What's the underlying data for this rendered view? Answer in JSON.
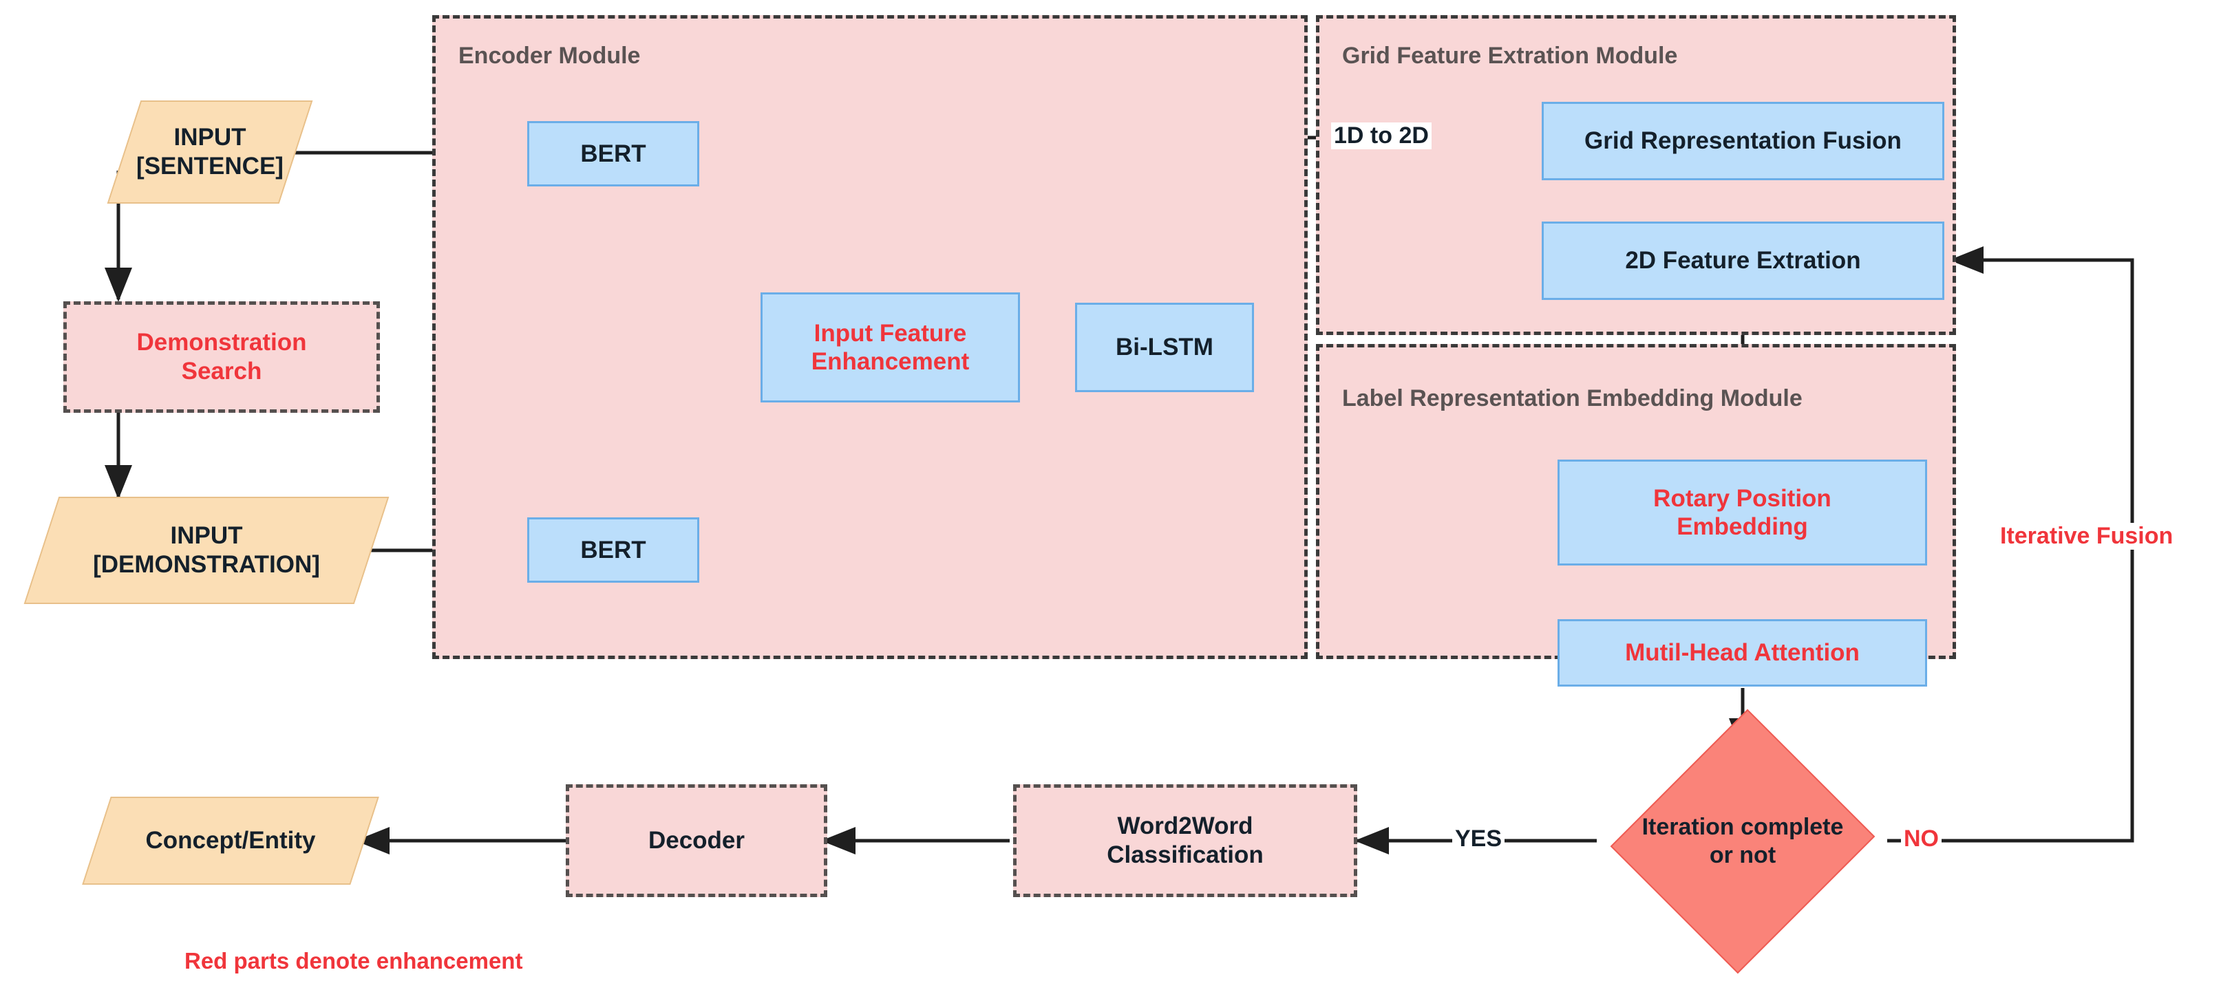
{
  "diagram": {
    "title": "Model architecture flowchart",
    "colors": {
      "module_fill": "#F9D7D7",
      "module_border": "#3a3a3a",
      "process_fill": "#BBDEFB",
      "process_border": "#6BAEE8",
      "io_fill": "#FBDEB5",
      "io_border": "#E8C08A",
      "decision_fill": "#FA8379",
      "decision_border": "#EE5B53",
      "enhancement_text": "#F0353B",
      "module_title_text": "#5a5353",
      "edge": "#1f1f1f"
    }
  },
  "modules": [
    {
      "id": "encoder",
      "title": "Encoder Module"
    },
    {
      "id": "grid",
      "title": "Grid Feature Extration Module"
    },
    {
      "id": "label",
      "title": "Label Representation Embedding Module"
    }
  ],
  "nodes": {
    "input_sentence": {
      "label": "INPUT\n[SENTENCE]"
    },
    "demonstration_search": {
      "label": "Demonstration\nSearch"
    },
    "input_demonstration": {
      "label": "INPUT\n[DEMONSTRATION]"
    },
    "bert_top": {
      "label": "BERT"
    },
    "bert_bottom": {
      "label": "BERT"
    },
    "input_feature_enhancement": {
      "label": "Input Feature\nEnhancement"
    },
    "bi_lstm": {
      "label": "Bi-LSTM"
    },
    "grid_representation_fusion": {
      "label": "Grid Representation Fusion"
    },
    "feature_extration_2d": {
      "label": "2D Feature Extration"
    },
    "rotary_position_embedding": {
      "label": "Rotary Position\nEmbedding"
    },
    "multi_head_attention": {
      "label": "Mutil-Head Attention"
    },
    "iteration_decision": {
      "label": "Iteration complete\nor not"
    },
    "word2word_classification": {
      "label": "Word2Word\nClassification"
    },
    "decoder": {
      "label": "Decoder"
    },
    "concept_entity": {
      "label": "Concept/Entity"
    }
  },
  "edge_labels": {
    "one_d_to_two_d": "1D to 2D",
    "yes": "YES",
    "no": "NO",
    "iterative_fusion": "Iterative Fusion"
  },
  "legend": {
    "note": "Red parts denote enhancement"
  }
}
